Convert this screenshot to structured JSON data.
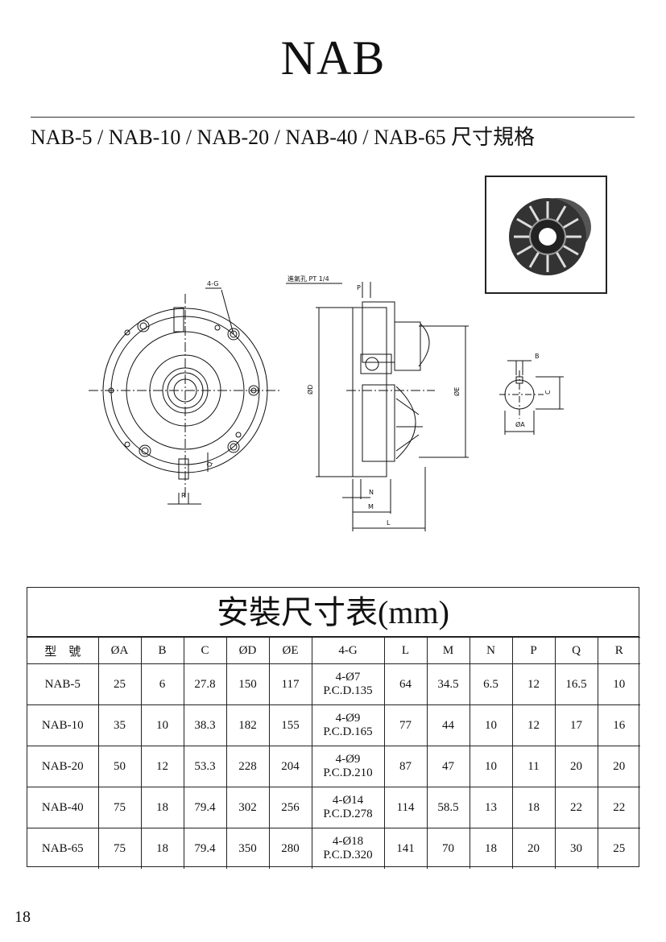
{
  "header": {
    "title": "NAB",
    "subtitle": "NAB-5 / NAB-10 / NAB-20 / NAB-40 / NAB-65 尺寸規格"
  },
  "drawing": {
    "labels": {
      "g": "4-G",
      "air_hole": "進氣孔 PT 1/4",
      "p": "P",
      "d": "ØD",
      "e": "ØE",
      "n": "N",
      "m": "M",
      "l": "L",
      "q": "Q",
      "r": "R",
      "b": "B",
      "c": "C",
      "a": "ØA"
    }
  },
  "table": {
    "caption": "安裝尺寸表(mm)",
    "headers": [
      "型　號",
      "ØA",
      "B",
      "C",
      "ØD",
      "ØE",
      "4-G",
      "L",
      "M",
      "N",
      "P",
      "Q",
      "R"
    ],
    "rows": [
      {
        "model": "NAB-5",
        "a": "25",
        "b": "6",
        "c": "27.8",
        "d": "150",
        "e": "117",
        "g1": "4-Ø7",
        "g2": "P.C.D.135",
        "l": "64",
        "m": "34.5",
        "n": "6.5",
        "p": "12",
        "q": "16.5",
        "r": "10"
      },
      {
        "model": "NAB-10",
        "a": "35",
        "b": "10",
        "c": "38.3",
        "d": "182",
        "e": "155",
        "g1": "4-Ø9",
        "g2": "P.C.D.165",
        "l": "77",
        "m": "44",
        "n": "10",
        "p": "12",
        "q": "17",
        "r": "16"
      },
      {
        "model": "NAB-20",
        "a": "50",
        "b": "12",
        "c": "53.3",
        "d": "228",
        "e": "204",
        "g1": "4-Ø9",
        "g2": "P.C.D.210",
        "l": "87",
        "m": "47",
        "n": "10",
        "p": "11",
        "q": "20",
        "r": "20"
      },
      {
        "model": "NAB-40",
        "a": "75",
        "b": "18",
        "c": "79.4",
        "d": "302",
        "e": "256",
        "g1": "4-Ø14",
        "g2": "P.C.D.278",
        "l": "114",
        "m": "58.5",
        "n": "13",
        "p": "18",
        "q": "22",
        "r": "22"
      },
      {
        "model": "NAB-65",
        "a": "75",
        "b": "18",
        "c": "79.4",
        "d": "350",
        "e": "280",
        "g1": "4-Ø18",
        "g2": "P.C.D.320",
        "l": "141",
        "m": "70",
        "n": "18",
        "p": "20",
        "q": "30",
        "r": "25"
      }
    ]
  },
  "footer": {
    "page_number": "18"
  }
}
